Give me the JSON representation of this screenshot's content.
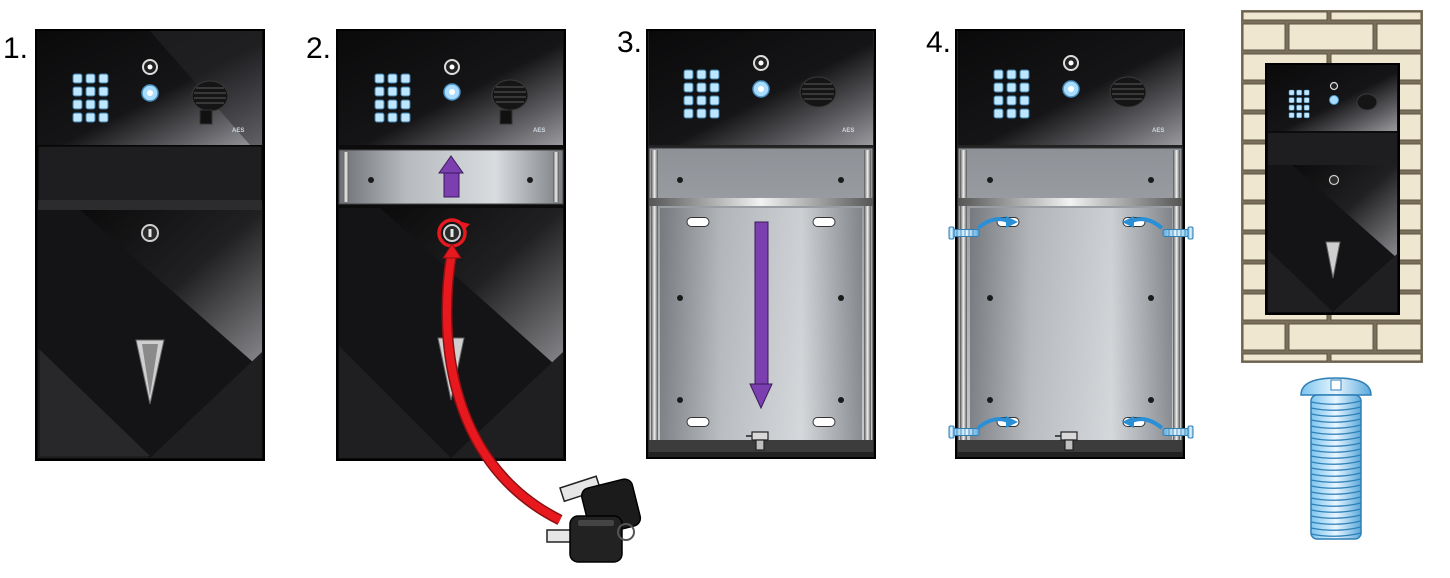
{
  "steps": [
    {
      "label": "1."
    },
    {
      "label": "2."
    },
    {
      "label": "3."
    },
    {
      "label": "4."
    }
  ],
  "brand_mark": "AES",
  "colors": {
    "panel_black": "#0d0d0f",
    "panel_dark": "#1c1c1e",
    "backbox_steel": "#9fa3a8",
    "arrow_purple": "#7b3fb0",
    "key_path_red": "#e8191e",
    "screw_blue": "#4aa0d8",
    "key_led": "#bfe6ff",
    "brick": "#efe7cf",
    "mortar": "#7a6f5a"
  },
  "icons": [
    "keypad-icon",
    "camera-icon",
    "speaker-grille-icon",
    "lock-icon",
    "key-fob-icon",
    "screw-icon",
    "wall-icon"
  ]
}
